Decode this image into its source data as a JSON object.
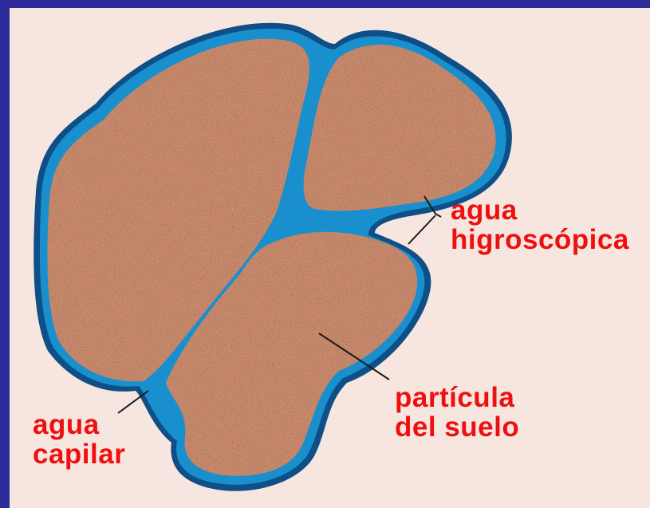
{
  "labels": {
    "hygroscopic_water": "agua\nhigroscópica",
    "soil_particle": "partícula\ndel suelo",
    "capillary_water": "agua\ncapilar"
  },
  "colors": {
    "frame": "#2b2b9c",
    "background": "#f7e6df",
    "water": "#1a8fce",
    "water_outline": "#0d4f86",
    "particle": "#c98a6a",
    "label_text": "#ee1010"
  }
}
